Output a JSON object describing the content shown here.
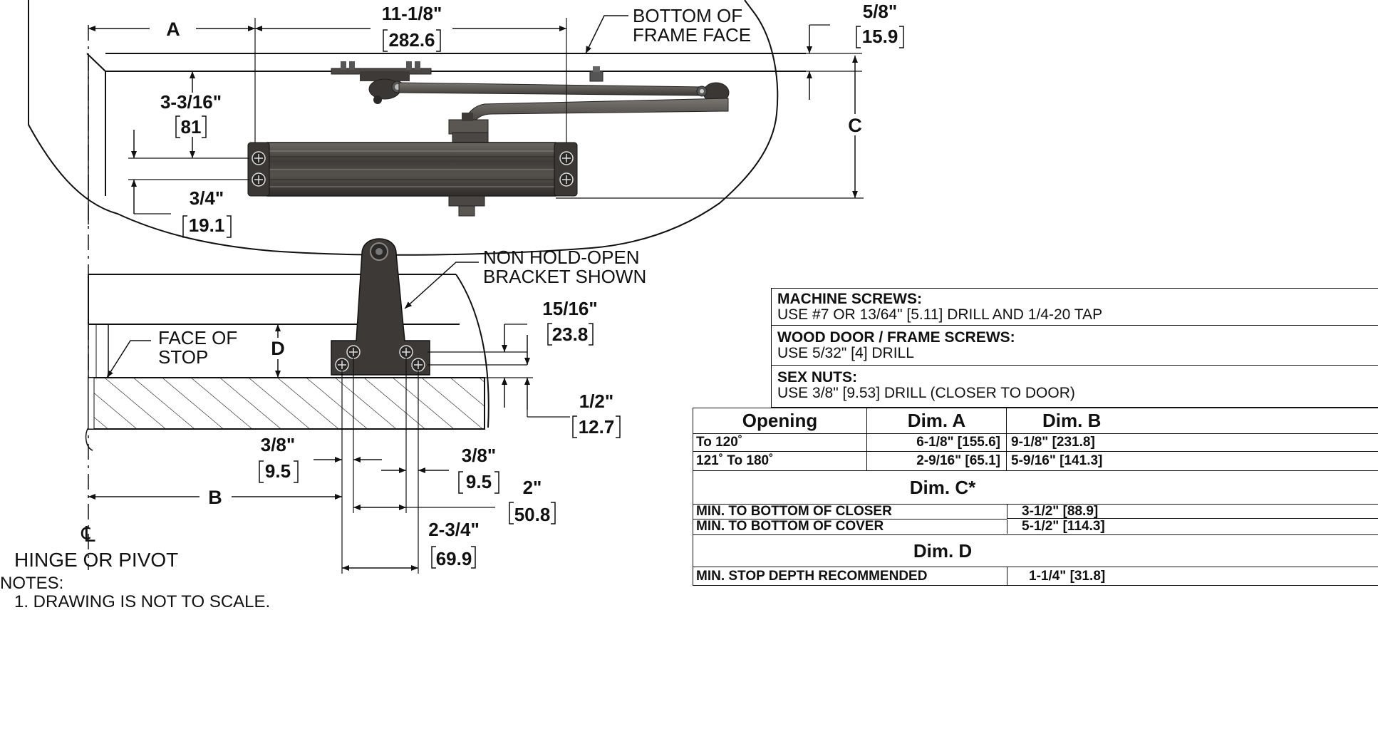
{
  "dims": {
    "a": "A",
    "b": "B",
    "c": "C",
    "d": "D",
    "w_in": "11-1/8\"",
    "w_mm": "282.6",
    "top_in": "5/8\"",
    "top_mm": "15.9",
    "h_in": "3-3/16\"",
    "h_mm": "81",
    "bolt_in": "3/4\"",
    "bolt_mm": "19.1",
    "br_h_in": "15/16\"",
    "br_h_mm": "23.8",
    "br_b_in": "1/2\"",
    "br_b_mm": "12.7",
    "s1_in": "3/8\"",
    "s1_mm": "9.5",
    "s2_in": "3/8\"",
    "s2_mm": "9.5",
    "s3_in": "2\"",
    "s3_mm": "50.8",
    "s4_in": "2-3/4\"",
    "s4_mm": "69.9"
  },
  "labels": {
    "frame_face_1": "BOTTOM OF",
    "frame_face_2": "FRAME FACE",
    "bracket_1": "NON HOLD-OPEN",
    "bracket_2": "BRACKET SHOWN",
    "stop_1": "FACE OF",
    "stop_2": "STOP",
    "centerline": "℄",
    "hinge": "HINGE OR PIVOT",
    "notes": "NOTES:",
    "note_1": "1. DRAWING IS NOT TO SCALE."
  },
  "spec_table": {
    "machine_title": "MACHINE SCREWS:",
    "machine_text": "USE #7 OR 13/64\" [5.11] DRILL AND 1/4-20 TAP",
    "wood_title": "WOOD DOOR / FRAME SCREWS:",
    "wood_text": "USE 5/32\" [4] DRILL",
    "sex_title": "SEX NUTS:",
    "sex_text": "USE 3/8\" [9.53] DRILL (CLOSER TO DOOR)"
  },
  "dim_table": {
    "col1": "Opening",
    "col2": "Dim. A",
    "col3": "Dim. B",
    "row1": [
      "To 120˚",
      "6-1/8\" [155.6]",
      "9-1/8\" [231.8]"
    ],
    "row2": [
      "121˚ To 180˚",
      "2-9/16\" [65.1]",
      "5-9/16\" [141.3]"
    ],
    "c_header": "Dim. C*",
    "c_row1": [
      "MIN. TO BOTTOM OF CLOSER",
      "3-1/2\" [88.9]"
    ],
    "c_row2": [
      "MIN. TO BOTTOM OF COVER",
      "5-1/2\" [114.3]"
    ],
    "d_header": "Dim. D",
    "d_row1": [
      "MIN. STOP DEPTH RECOMMENDED",
      "1-1/4\" [31.8]"
    ]
  },
  "colors": {
    "metal_dark": "#3a3734",
    "metal_mid": "#5b5753",
    "metal_light": "#8a8581",
    "line": "#111111"
  }
}
